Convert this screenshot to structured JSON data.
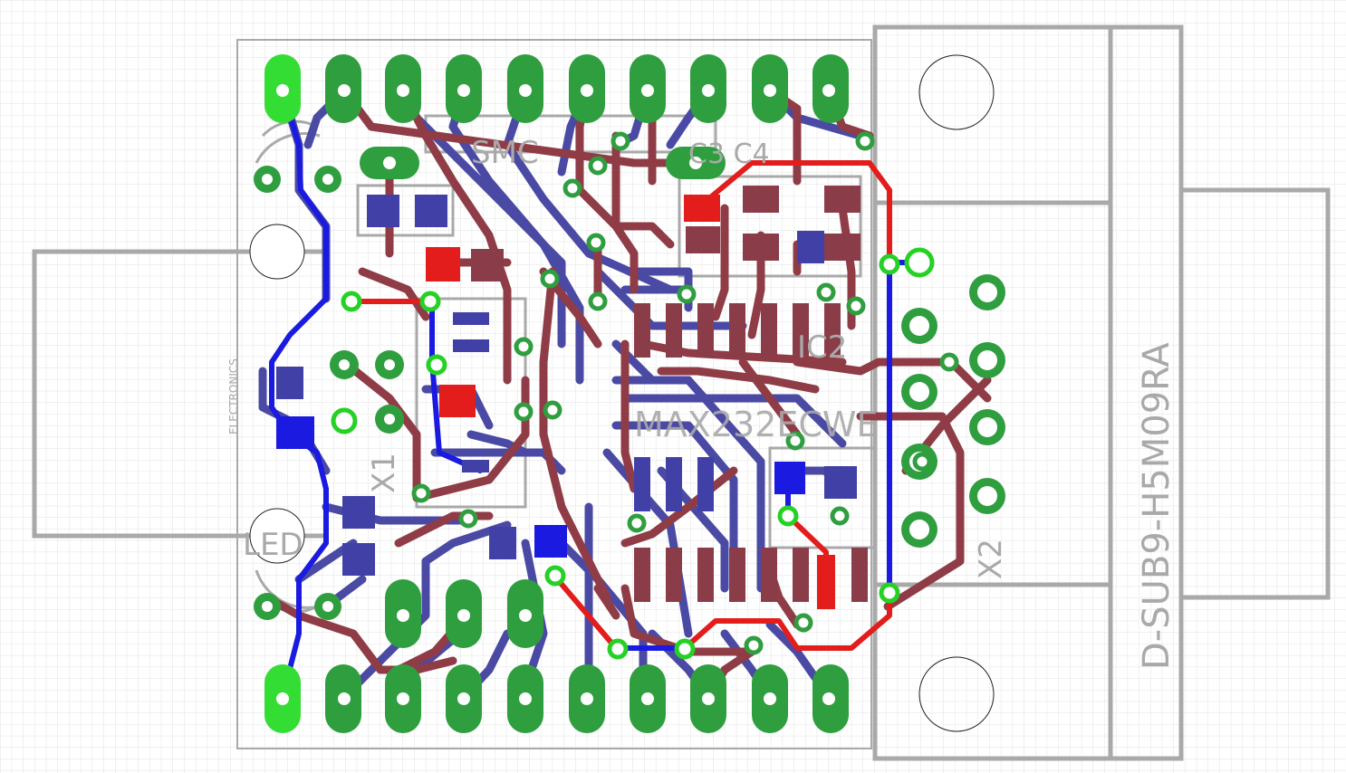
{
  "board": {
    "ic_label": "MAX232ECWE",
    "connector_label": "D-SUB9-H5M09RA",
    "connector_ref": "X2",
    "crystal_ref": "X1",
    "led_label": "LED",
    "logo_label": "ELECTRONICS",
    "ref_ic": "IC2",
    "ref_smd": "SMC",
    "ref_caps": "C3 C4",
    "colors": {
      "background": "#ffffff",
      "grid": "#e5e5e5",
      "outline": "#a9a9a9",
      "top_copper": "#e31c1c",
      "bottom_copper": "#2e2eb8",
      "top_trace_dim": "#8f3c46",
      "bottom_trace_dim": "#4040a0",
      "pad": "#2f9e3f",
      "via": "#26c926",
      "highlight_pad": "#33dd33"
    }
  }
}
